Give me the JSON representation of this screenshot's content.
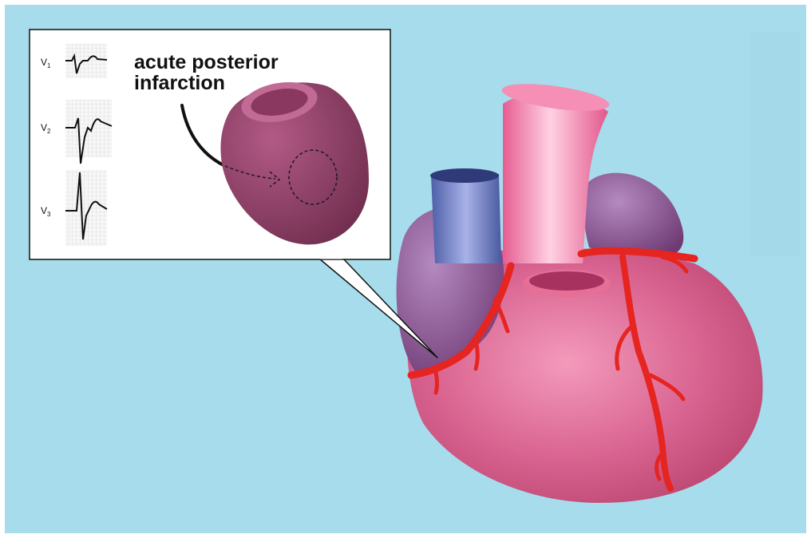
{
  "callout": {
    "title_line1": "acute posterior",
    "title_line2": "infarction"
  },
  "ecg": {
    "leads": [
      {
        "id": "v1",
        "letter": "V",
        "number": "1",
        "pattern": "small-r-deep-s-upright-t"
      },
      {
        "id": "v2",
        "letter": "V",
        "number": "2",
        "pattern": "tall-r-st-depression"
      },
      {
        "id": "v3",
        "letter": "V",
        "number": "3",
        "pattern": "tall-r-upright-t"
      }
    ]
  },
  "colors": {
    "background": "#a6dceb",
    "myocardium": "#d55f8c",
    "atrium": "#8a4a88",
    "aorta": "#f07aa6",
    "vena_cava": "#6b7fc4",
    "coronary_artery": "#e62420",
    "callout_heart": "#8b3d63"
  }
}
